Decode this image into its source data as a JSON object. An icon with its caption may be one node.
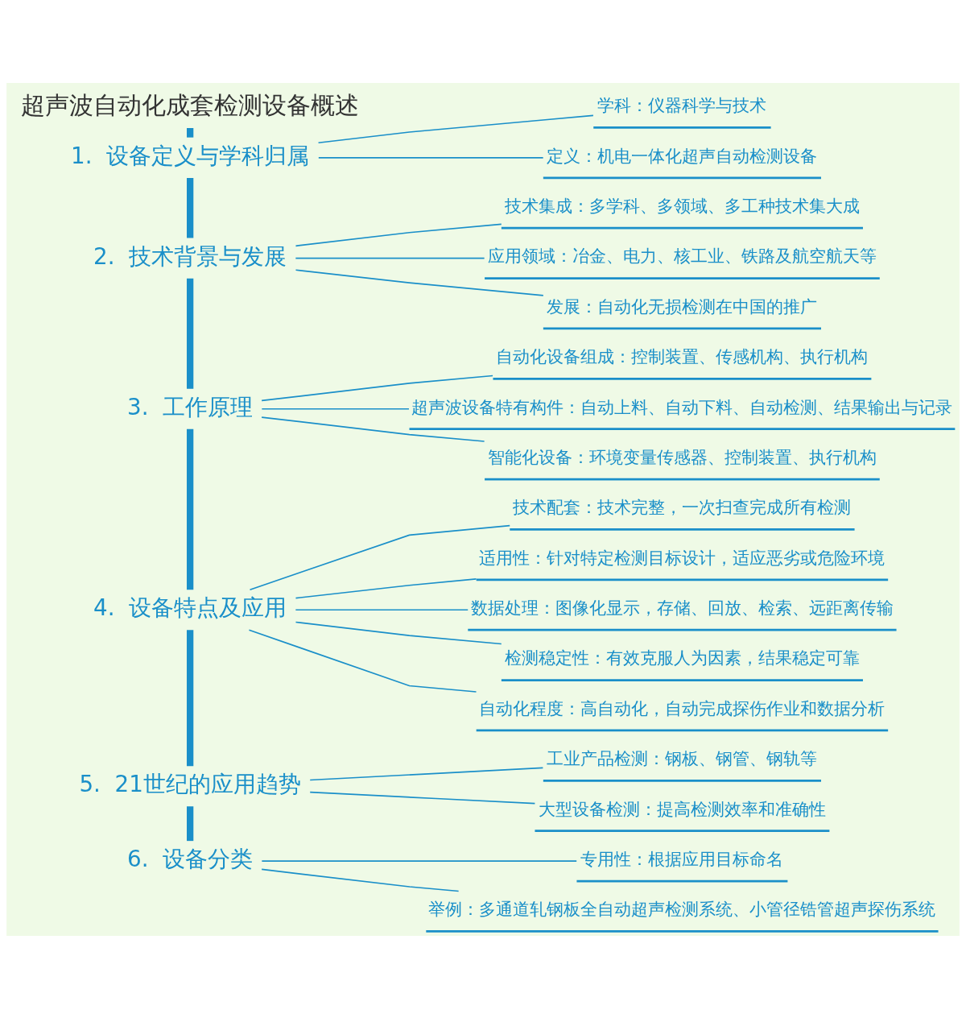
{
  "diagram": {
    "nodes": [
      {
        "text": [
          "6.  设备分类"
        ]
      },
      {
        "text": [
          "专用性：根据应用目标命名"
        ]
      },
      {
        "text": [
          "举例：多通道轧钢板全自动超声检测系统、小管径锆管超声探伤系统"
        ]
      },
      {
        "text": [
          "5.  21世纪的应用趋势"
        ]
      },
      {
        "text": [
          "工业产品检测：钢板、钢管、钢轨等"
        ]
      },
      {
        "text": [
          "大型设备检测：提高检测效率和准确性"
        ]
      },
      {
        "text": [
          "4.  设备特点及应用"
        ]
      },
      {
        "text": [
          "自动化程度：高自动化，自动完成探伤作业和数据分析"
        ]
      },
      {
        "text": [
          "技术配套：技术完整，一次扫查完成所有检测"
        ]
      },
      {
        "text": [
          "适用性：针对特定检测目标设计，适应恶劣或危险环境"
        ]
      },
      {
        "text": [
          "数据处理：图像化显示，存储、回放、检索、远距离传输"
        ]
      },
      {
        "text": [
          "检测稳定性：有效克服人为因素，结果稳定可靠"
        ]
      },
      {
        "text": [
          "3.  工作原理"
        ]
      },
      {
        "text": [
          "自动化设备组成：控制装置、传感机构、执行机构"
        ]
      },
      {
        "text": [
          "超声波设备特有构件：自动上料、自动下料、自动检测、结果输出与记录"
        ]
      },
      {
        "text": [
          "智能化设备：环境变量传感器、控制装置、执行机构"
        ]
      },
      {
        "text": [
          "2.  技术背景与发展"
        ]
      },
      {
        "text": [
          "技术集成：多学科、多领域、多工种技术集大成"
        ]
      },
      {
        "text": [
          "应用领域：冶金、电力、核工业、铁路及航空航天等"
        ]
      },
      {
        "text": [
          "发展：自动化无损检测在中国的推广"
        ]
      },
      {
        "text": [
          "1.  设备定义与学科归属"
        ]
      },
      {
        "text": [
          "定义：机电一体化超声自动检测设备"
        ]
      },
      {
        "text": [
          "学科：仪器科学与技术"
        ]
      },
      {
        "text": [
          "超声波自动化成套检测设备概述"
        ]
      }
    ],
    "edges": [
      {
        "from": 23,
        "to": 20,
        "arrow": "none",
        "style": "thick"
      },
      {
        "from": 20,
        "to": 16,
        "arrow": "none",
        "style": "thick"
      },
      {
        "from": 16,
        "to": 12,
        "arrow": "none",
        "style": "thick"
      },
      {
        "from": 12,
        "to": 6,
        "arrow": "none",
        "style": "thick"
      },
      {
        "from": 6,
        "to": 3,
        "arrow": "none",
        "style": "thick"
      },
      {
        "from": 3,
        "to": 0,
        "arrow": "none",
        "style": "thick"
      },
      {
        "from": 0,
        "to": 1,
        "arrow": "none"
      },
      {
        "from": 0,
        "to": 2,
        "arrow": "none"
      },
      {
        "from": 3,
        "to": 4,
        "arrow": "none"
      },
      {
        "from": 3,
        "to": 5,
        "arrow": "none"
      },
      {
        "from": 6,
        "to": 7,
        "arrow": "none"
      },
      {
        "from": 6,
        "to": 8,
        "arrow": "none"
      },
      {
        "from": 6,
        "to": 9,
        "arrow": "none"
      },
      {
        "from": 6,
        "to": 10,
        "arrow": "none"
      },
      {
        "from": 6,
        "to": 11,
        "arrow": "none"
      },
      {
        "from": 12,
        "to": 13,
        "arrow": "none"
      },
      {
        "from": 12,
        "to": 14,
        "arrow": "none"
      },
      {
        "from": 12,
        "to": 15,
        "arrow": "none"
      },
      {
        "from": 16,
        "to": 17,
        "arrow": "none"
      },
      {
        "from": 16,
        "to": 18,
        "arrow": "none"
      },
      {
        "from": 16,
        "to": 19,
        "arrow": "none"
      },
      {
        "from": 20,
        "to": 21,
        "arrow": "none"
      },
      {
        "from": 20,
        "to": 22,
        "arrow": "none"
      }
    ]
  }
}
